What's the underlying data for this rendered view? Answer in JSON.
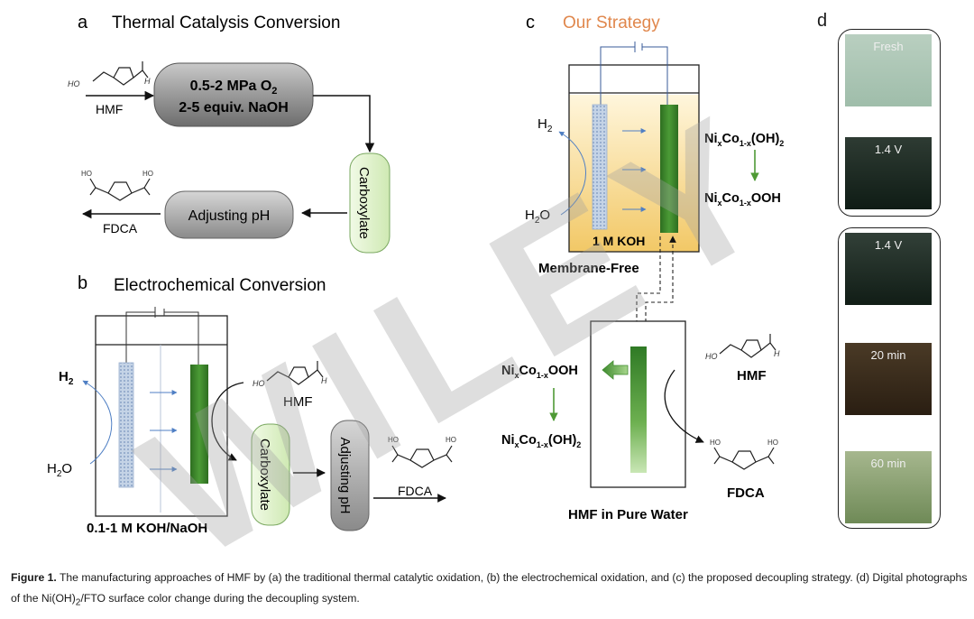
{
  "panel_a": {
    "letter": "a",
    "title": "Thermal Catalysis Conversion",
    "reactant": "HMF",
    "condition_line1": "0.5-2 MPa O",
    "condition_line1_sub": "2",
    "condition_line2": "2-5 equiv. NaOH",
    "intermediate": "Carboxylate",
    "step": "Adjusting pH",
    "product": "FDCA"
  },
  "panel_b": {
    "letter": "b",
    "title": "Electrochemical Conversion",
    "h2": "H",
    "h2_sub": "2",
    "h2o": "H",
    "h2o_sub": "2",
    "h2o_tail": "O",
    "reactant": "HMF",
    "intermediate": "Carboxylate",
    "step": "Adjusting pH",
    "product": "FDCA",
    "electrolyte": "0.1-1 M KOH/NaOH"
  },
  "panel_c": {
    "letter": "c",
    "title": "Our Strategy",
    "h2": "H",
    "h2_sub": "2",
    "h2o": "H",
    "h2o_sub": "2",
    "h2o_tail": "O",
    "electrolyte": "1 M KOH",
    "cell_label": "Membrane-Free",
    "reduced_top": "Ni",
    "reduced_top_x": "x",
    "reduced_top_co": "Co",
    "reduced_top_1x": "1-x",
    "reduced_top_tail": "(OH)",
    "reduced_top_2": "2",
    "oxidized_top": "Ni",
    "oxidized_top_x": "x",
    "oxidized_top_co": "Co",
    "oxidized_top_1x": "1-x",
    "oxidized_top_tail": "OOH",
    "oxidized_bottom": "Ni",
    "oxidized_bottom_x": "x",
    "oxidized_bottom_co": "Co",
    "oxidized_bottom_1x": "1-x",
    "oxidized_bottom_tail": "OOH",
    "reduced_bottom": "Ni",
    "reduced_bottom_x": "x",
    "reduced_bottom_co": "Co",
    "reduced_bottom_1x": "1-x",
    "reduced_bottom_tail": "(OH)",
    "reduced_bottom_2": "2",
    "reactant": "HMF",
    "product": "FDCA",
    "cell2_label": "HMF in Pure Water"
  },
  "panel_d": {
    "letter": "d",
    "photos": [
      "Fresh",
      "1.4 V",
      "1.4 V",
      "20 min",
      "60 min"
    ]
  },
  "caption": {
    "label": "Figure 1.",
    "text": " The manufacturing approaches of HMF by (a) the traditional thermal catalytic oxidation, (b) the electrochemical oxidation, and (c) the proposed decoupling strategy. (d) Digital photographs of the Ni(OH)",
    "sub": "2",
    "tail": "/FTO surface color change during the decoupling system."
  },
  "watermark": "WILEY",
  "colors": {
    "strategy": "#e0874c",
    "anode_green": "#3f8a2e",
    "carboxylate_fill": "#dff2c8",
    "box_gray": "#8c8c8c",
    "electrolyte_yellow": "#f6d98a",
    "arrow_blue": "#4f7fc4"
  }
}
